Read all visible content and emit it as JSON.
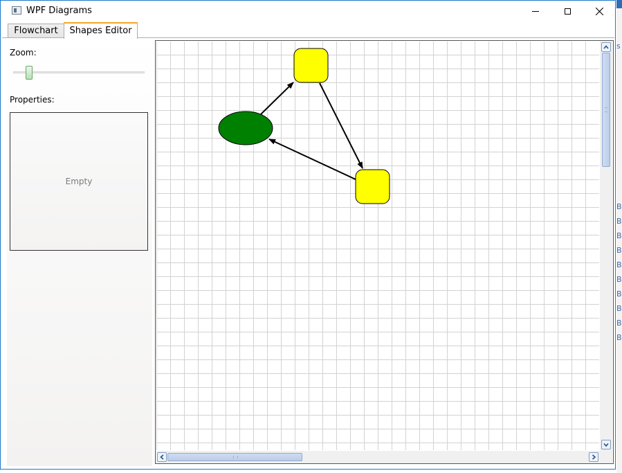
{
  "window": {
    "title": "WPF Diagrams"
  },
  "tabs": [
    {
      "label": "Flowchart"
    },
    {
      "label": "Shapes Editor"
    }
  ],
  "sidebar": {
    "zoom_label": "Zoom:",
    "zoom_level": 0.1,
    "properties_label": "Properties:",
    "properties_empty_text": "Empty"
  },
  "diagram": {
    "nodes": [
      {
        "id": "ellipse",
        "shape": "ellipse",
        "fill": "#008000"
      },
      {
        "id": "square-top",
        "shape": "rounded-rect",
        "fill": "#ffff00"
      },
      {
        "id": "square-bottom",
        "shape": "rounded-rect",
        "fill": "#ffff00"
      }
    ],
    "connections": [
      {
        "from": "ellipse",
        "to": "square-top"
      },
      {
        "from": "square-top",
        "to": "square-bottom"
      },
      {
        "from": "square-bottom",
        "to": "ellipse"
      }
    ]
  },
  "background": {
    "fragments": [
      "s",
      "B",
      "B",
      "B",
      "B",
      "B",
      "B",
      "B",
      "B",
      "B",
      "B"
    ]
  }
}
